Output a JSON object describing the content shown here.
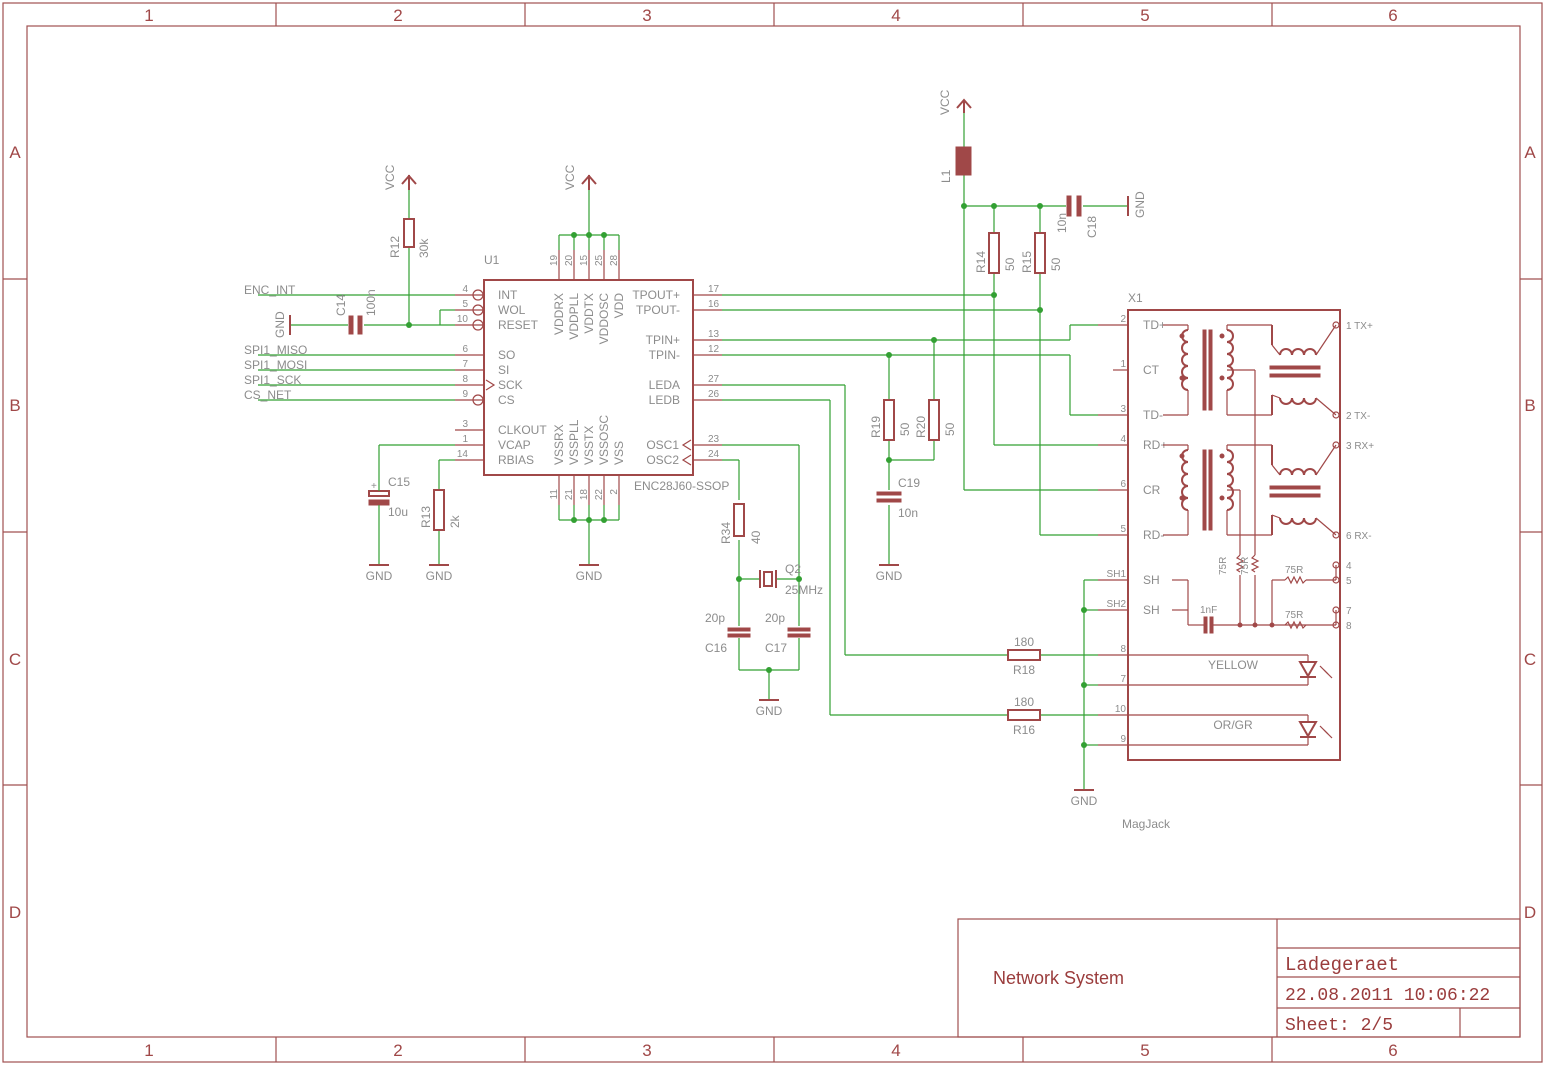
{
  "frame": {
    "columns": [
      "1",
      "2",
      "3",
      "4",
      "5",
      "6"
    ],
    "rows": [
      "A",
      "B",
      "C",
      "D"
    ]
  },
  "title_block": {
    "system": "Network System",
    "project": "Ladegeraet",
    "datetime": "22.08.2011 10:06:22",
    "sheet": "Sheet: 2/5"
  },
  "nets": {
    "enc_int": "ENC_INT",
    "spi_miso": "SPI1_MISO",
    "spi_mosi": "SPI1_MOSI",
    "spi_sck": "SPI1_SCK",
    "cs_net": "CS_NET",
    "vcc": "VCC",
    "gnd": "GND"
  },
  "u1": {
    "ref": "U1",
    "value": "ENC28J60-SSOP",
    "left_pins": [
      {
        "num": "4",
        "name": "INT"
      },
      {
        "num": "5",
        "name": "WOL"
      },
      {
        "num": "10",
        "name": "RESET"
      },
      {
        "num": "6",
        "name": "SO"
      },
      {
        "num": "7",
        "name": "SI"
      },
      {
        "num": "8",
        "name": "SCK"
      },
      {
        "num": "9",
        "name": "CS"
      },
      {
        "num": "3",
        "name": "CLKOUT"
      },
      {
        "num": "1",
        "name": "VCAP"
      },
      {
        "num": "14",
        "name": "RBIAS"
      }
    ],
    "right_pins": [
      {
        "num": "17",
        "name": "TPOUT+"
      },
      {
        "num": "16",
        "name": "TPOUT-"
      },
      {
        "num": "13",
        "name": "TPIN+"
      },
      {
        "num": "12",
        "name": "TPIN-"
      },
      {
        "num": "27",
        "name": "LEDA"
      },
      {
        "num": "26",
        "name": "LEDB"
      },
      {
        "num": "23",
        "name": "OSC1"
      },
      {
        "num": "24",
        "name": "OSC2"
      }
    ],
    "top_pins": [
      {
        "num": "19",
        "name": "VDDRX"
      },
      {
        "num": "20",
        "name": "VDDPLL"
      },
      {
        "num": "15",
        "name": "VDDTX"
      },
      {
        "num": "25",
        "name": "VDDOSC"
      },
      {
        "num": "28",
        "name": "VDD"
      }
    ],
    "bottom_pins": [
      {
        "num": "11",
        "name": "VSSRX"
      },
      {
        "num": "21",
        "name": "VSSPLL"
      },
      {
        "num": "18",
        "name": "VSSTX"
      },
      {
        "num": "22",
        "name": "VSSOSC"
      },
      {
        "num": "2",
        "name": "VSS"
      }
    ]
  },
  "parts": {
    "r12": {
      "ref": "R12",
      "value": "30k"
    },
    "c14": {
      "ref": "C14",
      "value": "100n"
    },
    "c15": {
      "ref": "C15",
      "value": "10u",
      "polarity": "+"
    },
    "r13": {
      "ref": "R13",
      "value": "2k"
    },
    "r34": {
      "ref": "R34",
      "value": "40"
    },
    "q2": {
      "ref": "Q2",
      "value": "25MHz"
    },
    "c16": {
      "ref": "C16",
      "value": "20p"
    },
    "c17": {
      "ref": "C17",
      "value": "20p"
    },
    "l1": {
      "ref": "L1"
    },
    "r14": {
      "ref": "R14",
      "value": "50"
    },
    "r15": {
      "ref": "R15",
      "value": "50"
    },
    "c18": {
      "ref": "C18",
      "value": "10n"
    },
    "r19": {
      "ref": "R19",
      "value": "50"
    },
    "r20": {
      "ref": "R20",
      "value": "50"
    },
    "c19": {
      "ref": "C19",
      "value": "10n"
    },
    "r18": {
      "ref": "R18",
      "value": "180"
    },
    "r16": {
      "ref": "R16",
      "value": "180"
    }
  },
  "x1": {
    "ref": "X1",
    "value": "MagJack",
    "left_pins": [
      {
        "num": "2",
        "name": "TD+"
      },
      {
        "num": "1",
        "name": "CT"
      },
      {
        "num": "3",
        "name": "TD-"
      },
      {
        "num": "4",
        "name": "RD+"
      },
      {
        "num": "6",
        "name": "CR"
      },
      {
        "num": "5",
        "name": "RD-"
      },
      {
        "num": "SH1",
        "name": "SH"
      },
      {
        "num": "SH2",
        "name": "SH"
      },
      {
        "num": "8",
        "name": ""
      },
      {
        "num": "7",
        "name": ""
      },
      {
        "num": "10",
        "name": ""
      },
      {
        "num": "9",
        "name": ""
      }
    ],
    "right_pins": [
      "1 TX+",
      "2 TX-",
      "3 RX+",
      "6 RX-",
      "4",
      "5",
      "7",
      "8"
    ],
    "internal": {
      "res": "75R",
      "cap": "1nF"
    },
    "led_labels": [
      "YELLOW",
      "OR/GR"
    ]
  }
}
